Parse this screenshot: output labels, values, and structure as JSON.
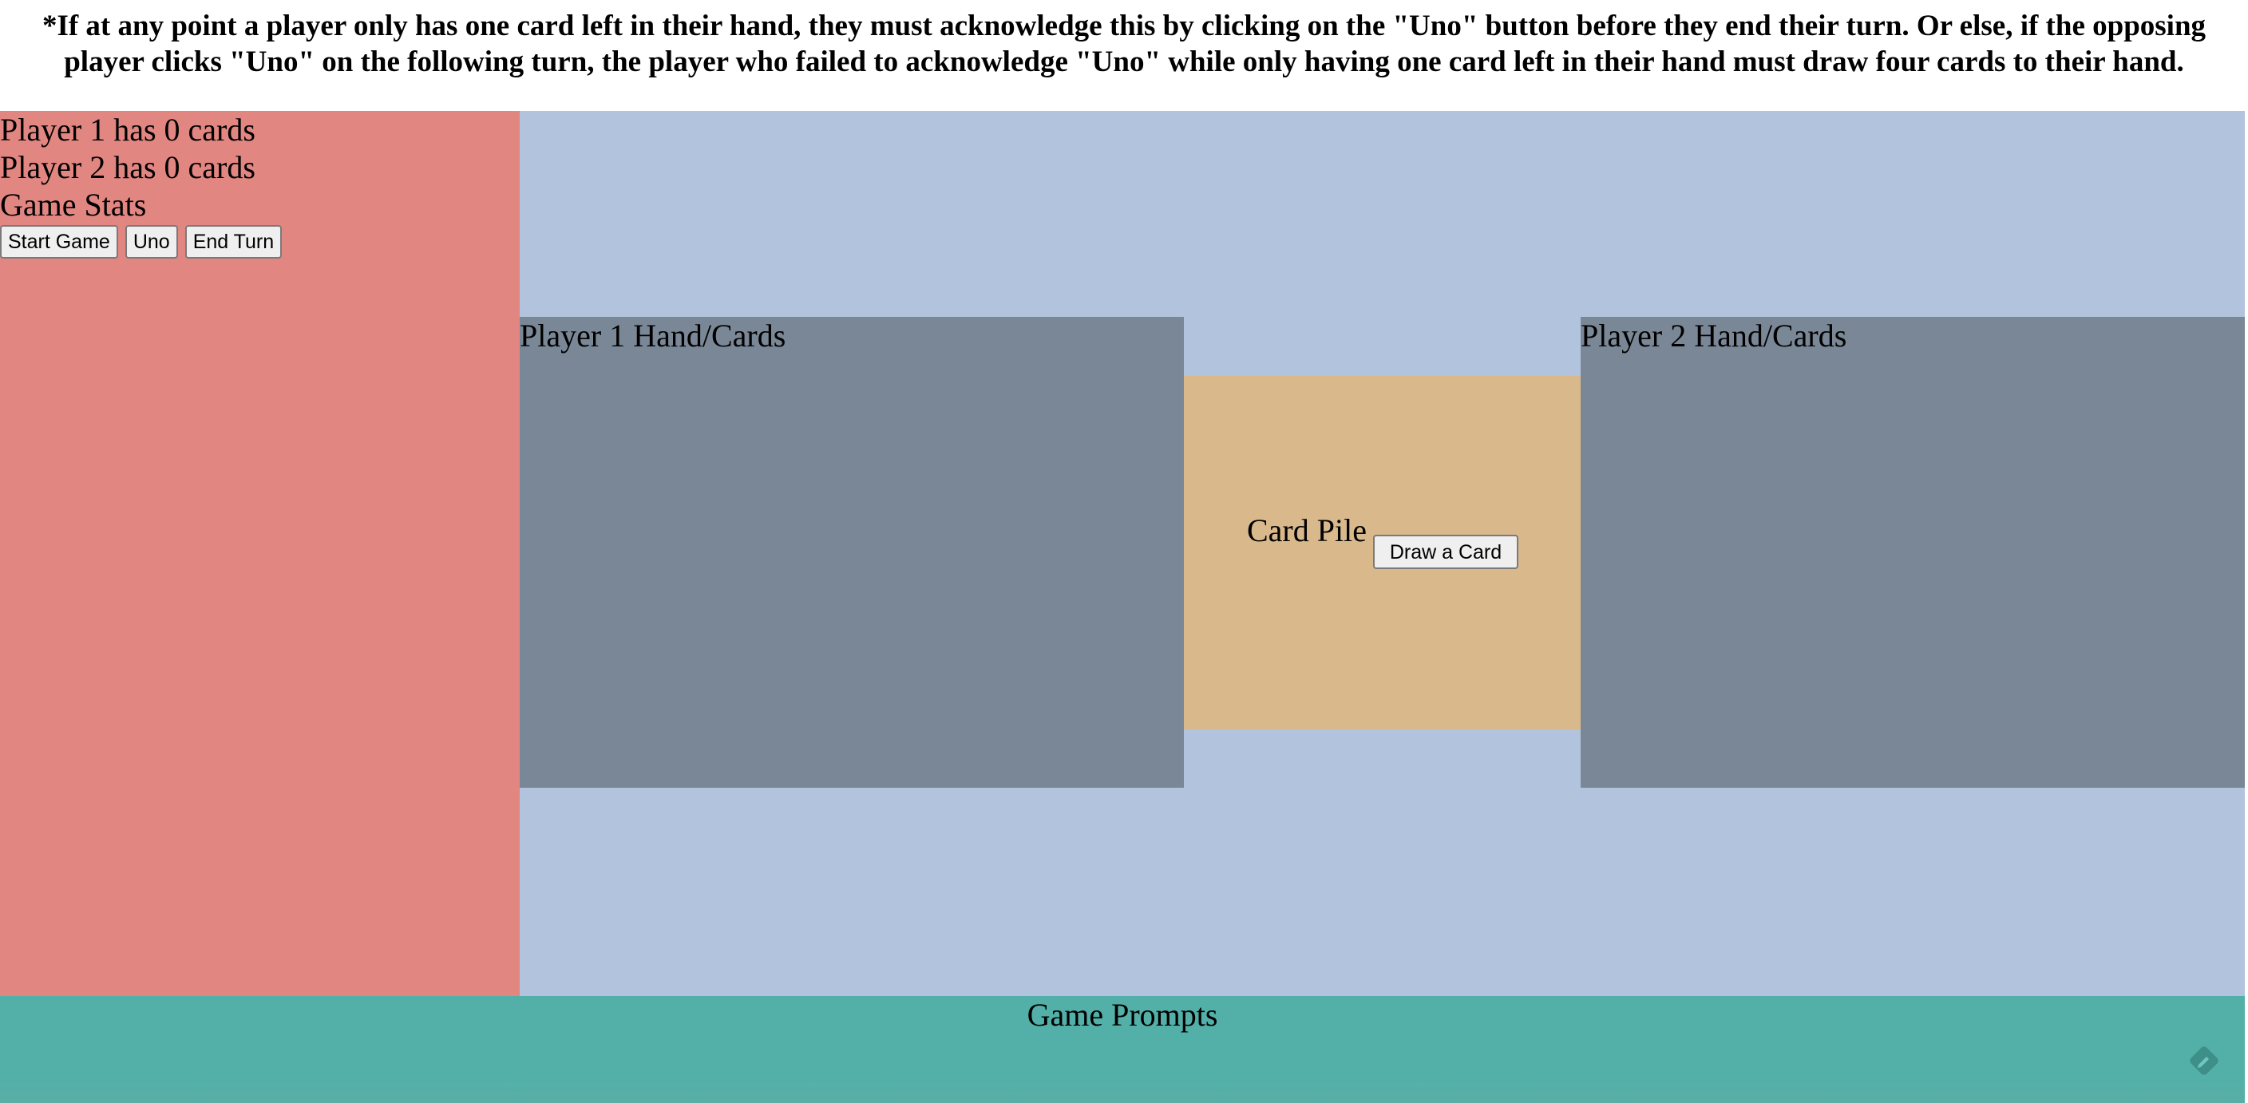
{
  "notice": {
    "line1": "*If at any point a player only has one card left in their hand, they must acknowledge this by clicking on the \"Uno\" button before they end their turn. Or else, if the opposing",
    "line2": "player clicks \"Uno\" on the following turn, the player who failed to acknowledge \"Uno\" while only having one card left in their hand must draw four cards to their hand."
  },
  "stats": {
    "player1_count": "Player 1 has 0 cards",
    "player2_count": "Player 2 has 0 cards",
    "title": "Game Stats",
    "buttons": {
      "start": "Start Game",
      "uno": "Uno",
      "end_turn": "End Turn"
    }
  },
  "hands": {
    "player1_label": "Player 1 Hand/Cards",
    "player2_label": "Player 2 Hand/Cards"
  },
  "pile": {
    "label": "Card Pile",
    "draw_button": "Draw a Card"
  },
  "prompts": {
    "label": "Game Prompts"
  },
  "icons": {
    "corner": "diamond-edit-icon"
  },
  "colors": {
    "stats_panel": "#e28682",
    "game_area": "#b2c3dd",
    "hand_area": "#7a8796",
    "card_pile": "#d9b98c",
    "prompts": "#53b0a8"
  }
}
